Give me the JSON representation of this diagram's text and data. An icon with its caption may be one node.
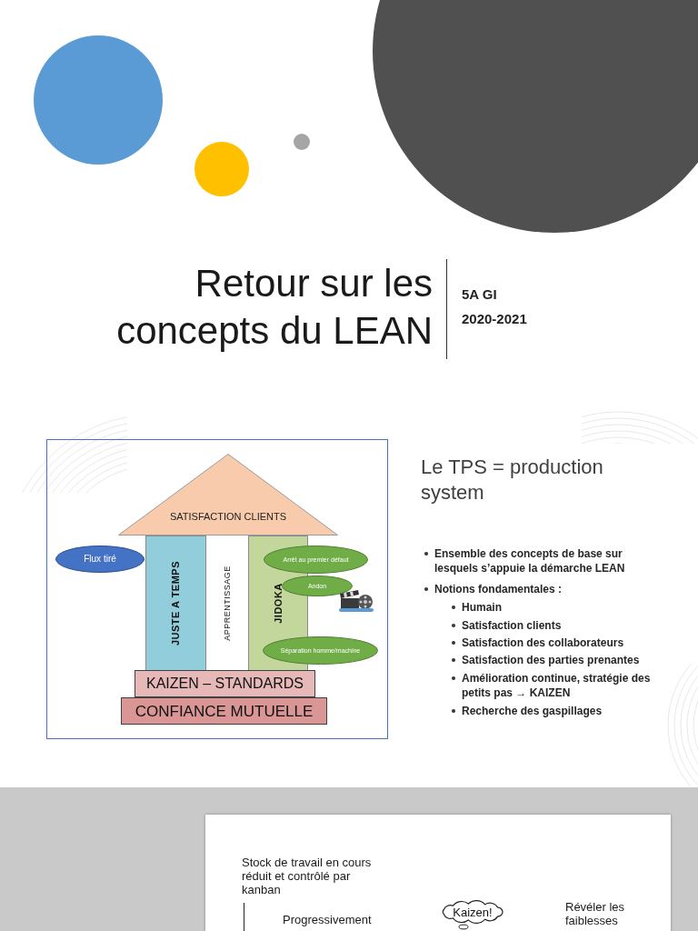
{
  "diagram": {
    "title": "Retour sur les concepts du LEAN",
    "nodes": [
      {
        "text": [
          "SATISFACTION CLIENTS"
        ]
      },
      {
        "text": [
          "Flux tiré"
        ]
      },
      {
        "text": [
          "JUSTE A TEMPS"
        ]
      },
      {
        "text": [
          "APPRENTISSAGE"
        ]
      },
      {
        "text": [
          "JIDOKA"
        ]
      },
      {
        "text": [
          "Arrêt au premier défaut"
        ]
      },
      {
        "text": [
          "Andon"
        ]
      },
      {
        "text": [
          "Séparation homme/machine"
        ]
      },
      {
        "text": [
          "KAIZEN – STANDARDS"
        ]
      },
      {
        "text": [
          "CONFIANCE MUTUELLE"
        ]
      },
      {
        "text": [
          "Kaizen!"
        ]
      }
    ],
    "labels": [
      "5A GI",
      "2020-2021",
      "Le TPS = production system",
      "Ensemble des concepts de base sur lesquels s’appuie la démarche LEAN",
      "Notions fondamentales :",
      "Humain",
      "Satisfaction clients",
      "Satisfaction des collaborateurs",
      "Satisfaction des parties prenantes",
      "Amélioration continue, stratégie des petits pas → KAIZEN",
      "Recherche des gaspillages",
      "Stock de travail en cours réduit et contrôlé par kanban",
      "Progressivement",
      "Révéler les faiblesses"
    ]
  }
}
